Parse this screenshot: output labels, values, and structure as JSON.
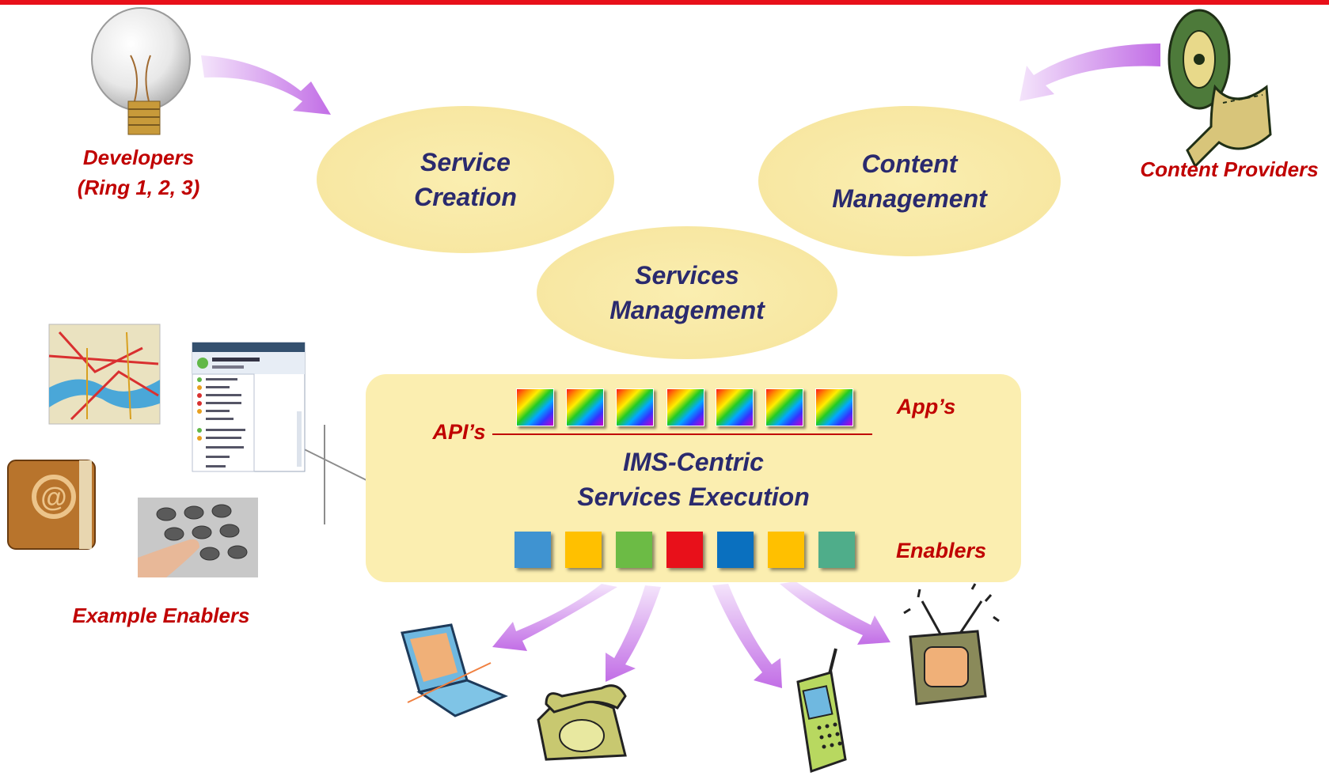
{
  "ellipses": {
    "service_creation": [
      "Service",
      "Creation"
    ],
    "content_management": [
      "Content",
      "Management"
    ],
    "services_management": [
      "Services",
      "Management"
    ]
  },
  "labels": {
    "developers_line1": "Developers",
    "developers_line2": "(Ring 1, 2, 3)",
    "content_providers": "Content Providers",
    "example_enablers": "Example Enablers",
    "apis": "API’s",
    "apps": "App’s",
    "enablers": "Enablers"
  },
  "execution": {
    "line1": "IMS-Centric",
    "line2": "Services Execution"
  },
  "enabler_colors": [
    "#3f93d1",
    "#ffc000",
    "#6cbb45",
    "#e8101a",
    "#0a70bf",
    "#ffc000",
    "#4fad8a"
  ],
  "colors": {
    "accent_red": "#c00000",
    "top_bar": "#e8101a",
    "ellipse_fill": "#f8e8a4",
    "text_navy": "#2a2a6e",
    "arrow_purple": "#c979e8"
  },
  "icons": [
    "lightbulb-icon",
    "film-reel-icon",
    "map-thumbnail",
    "communicator-window",
    "address-book-icon",
    "keypad-photo",
    "laptop-icon",
    "rotary-phone-icon",
    "cell-phone-icon",
    "television-icon"
  ]
}
